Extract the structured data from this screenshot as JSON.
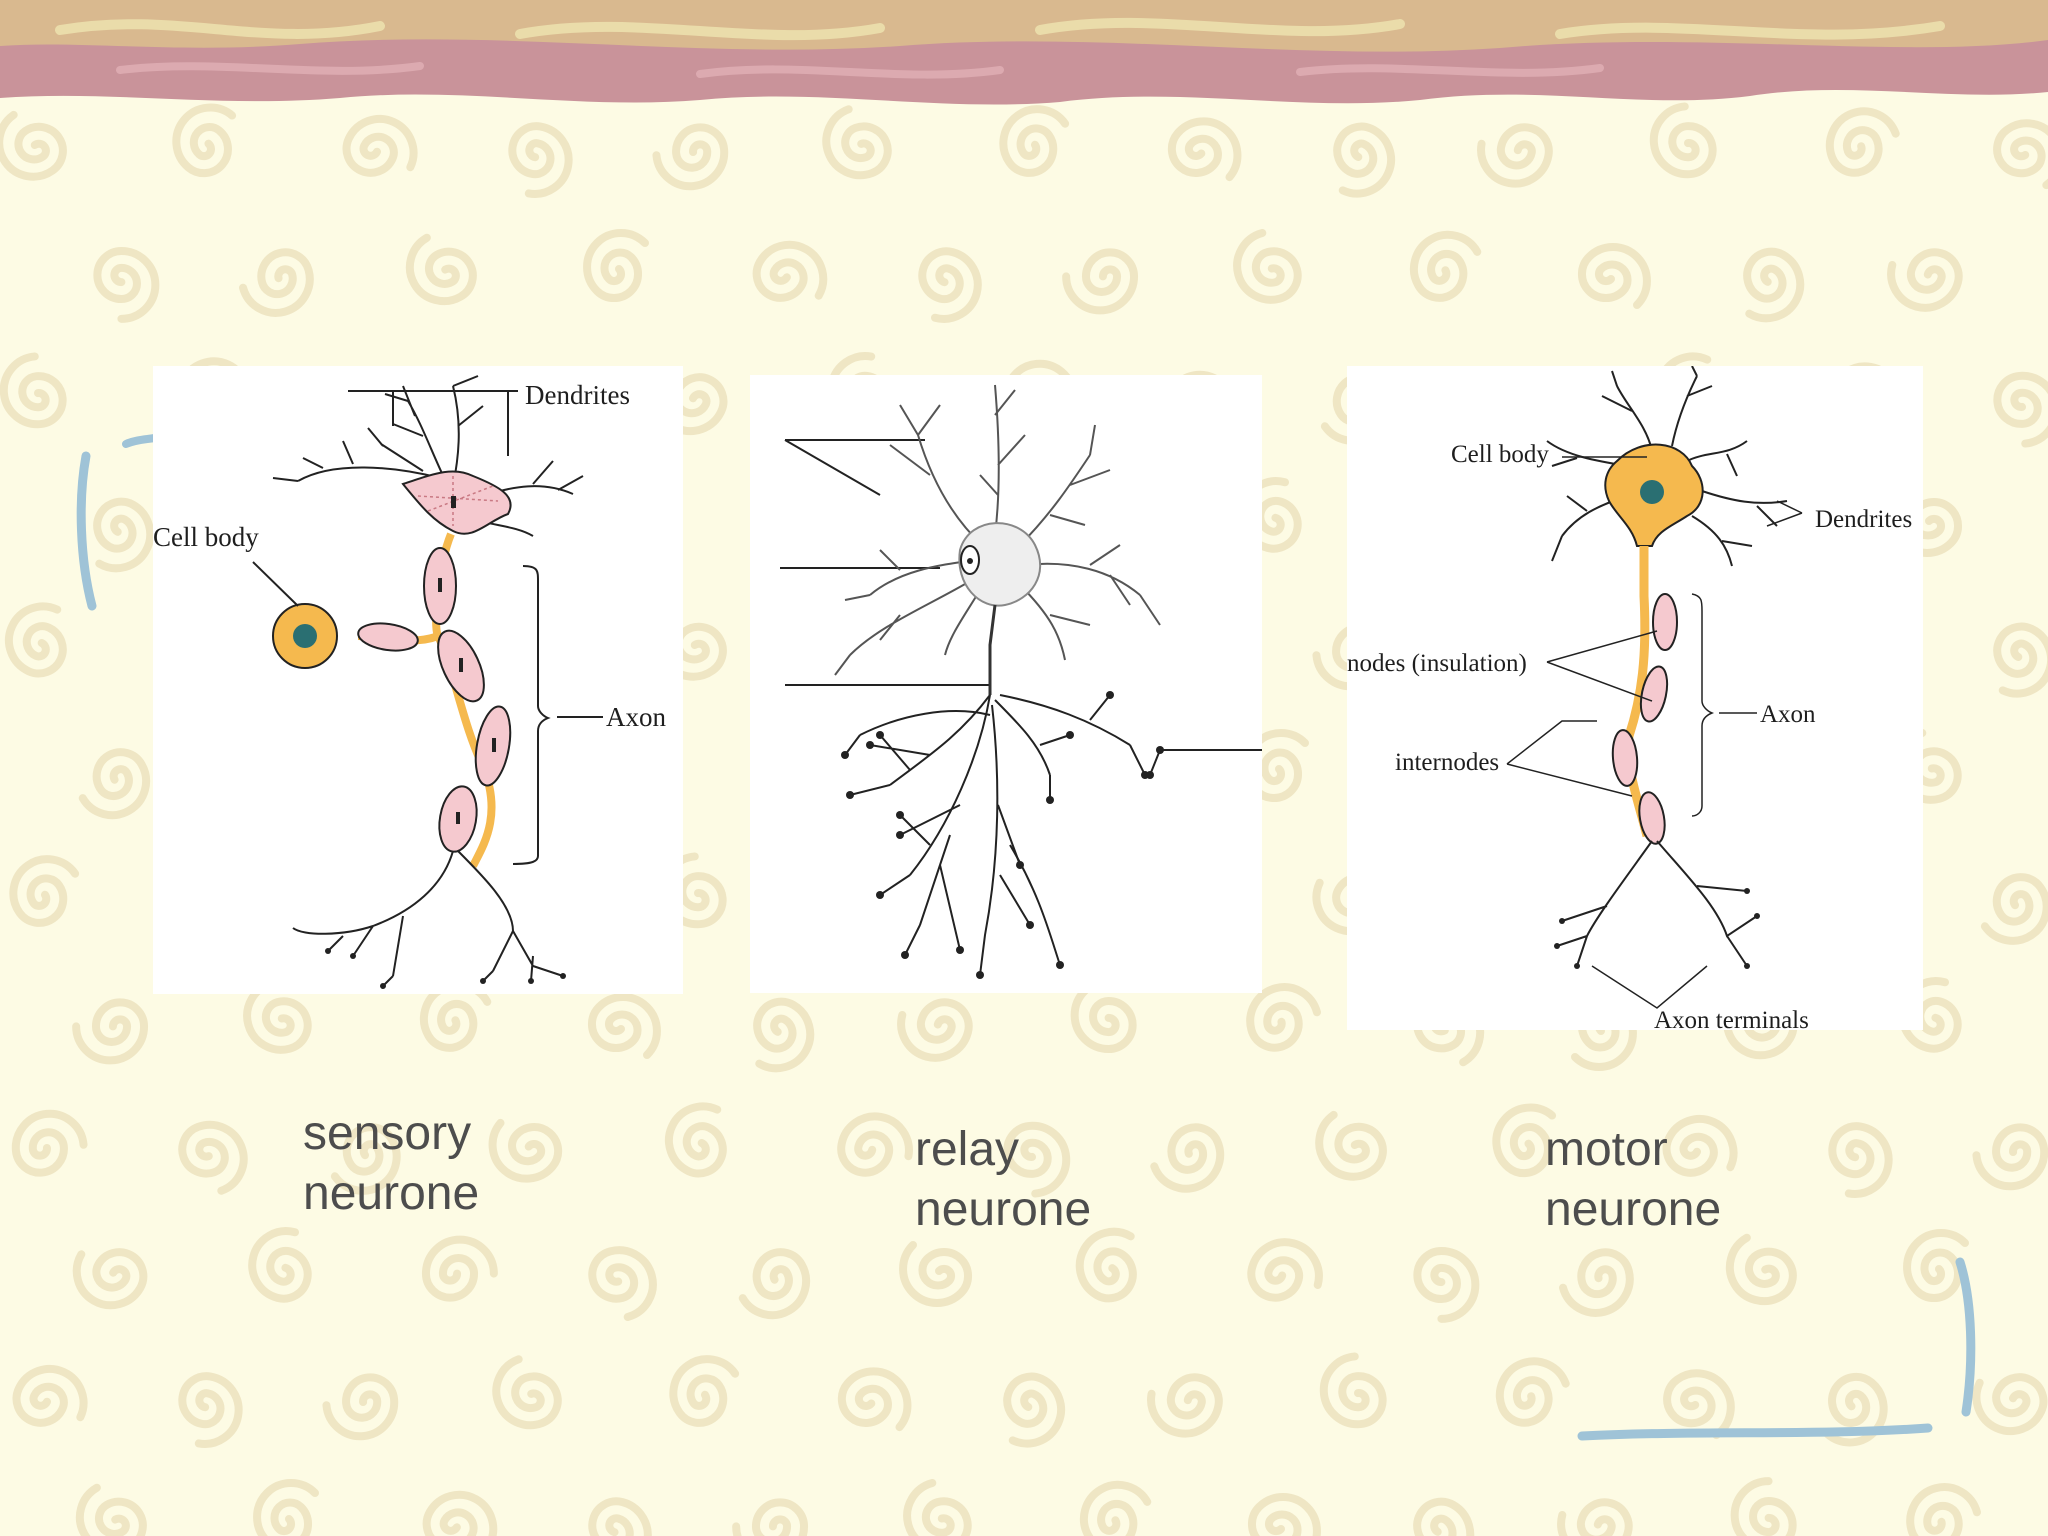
{
  "colors": {
    "background": "#fdfbe4",
    "swirl": "#efe6c4",
    "top_band": "#c9939a",
    "bracket": "#9fc3d7",
    "axon_yellow": "#f5b94e",
    "myelin_pink": "#f5c9cf",
    "nucleus_teal": "#2a6f72"
  },
  "diagrams": {
    "sensory": {
      "label_dendrites": "Dendrites",
      "label_cell_body": "Cell body",
      "label_axon": "Axon"
    },
    "relay": {},
    "motor": {
      "label_cell_body": "Cell body",
      "label_dendrites": "Dendrites",
      "label_nodes": "nodes (insulation)",
      "label_internodes": "internodes",
      "label_axon": "Axon",
      "label_axon_terminals": "Axon terminals"
    }
  },
  "captions": {
    "sensory": {
      "line1": "sensory",
      "line2": "neurone"
    },
    "relay": {
      "line1": "relay",
      "line2": "neurone"
    },
    "motor": {
      "line1": "motor",
      "line2": "neurone"
    }
  }
}
